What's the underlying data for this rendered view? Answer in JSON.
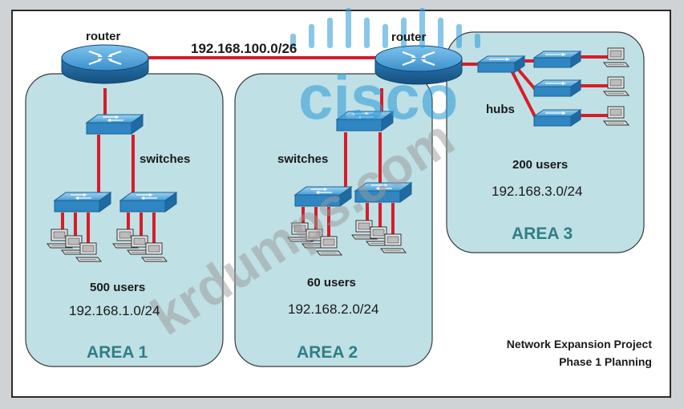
{
  "labels": {
    "router_left": "router",
    "router_right": "router",
    "wan_subnet": "192.168.100.0/26",
    "switches_area1": "switches",
    "switches_area2": "switches",
    "hubs": "hubs"
  },
  "areas": [
    {
      "name": "AREA 1",
      "users": "500 users",
      "subnet": "192.168.1.0/24"
    },
    {
      "name": "AREA 2",
      "users": "60 users",
      "subnet": "192.168.2.0/24"
    },
    {
      "name": "AREA 3",
      "users": "200 users",
      "subnet": "192.168.3.0/24"
    }
  ],
  "caption": {
    "line1": "Network Expansion Project",
    "line2": "Phase 1 Planning"
  },
  "watermark": {
    "brand": "cisco",
    "site": "krdumps.com"
  },
  "colors": {
    "area_fill": "#bfe0e4",
    "link": "#d81c2a",
    "device_blue": "#2f86c2",
    "area_text": "#2f7f86",
    "watermark_blue": "#2a9ad8",
    "watermark_gray": "#9a9a9a"
  }
}
